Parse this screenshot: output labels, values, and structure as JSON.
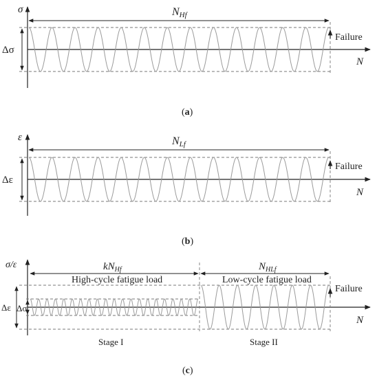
{
  "panels": [
    {
      "id": "a",
      "y_axis_label": "σ",
      "x_axis_label": "N",
      "span_label_main": "N",
      "span_label_sub": "Hf",
      "amplitude_label": "Δσ",
      "failure_label": "Failure",
      "caption_open": "(",
      "caption_letter": "a",
      "caption_close": ")",
      "cycles": 13
    },
    {
      "id": "b",
      "y_axis_label": "ε",
      "x_axis_label": "N",
      "span_label_main": "N",
      "span_label_sub": "Lf",
      "amplitude_label": "Δε",
      "failure_label": "Failure",
      "caption_open": "(",
      "caption_letter": "b",
      "caption_close": ")",
      "cycles": 13
    },
    {
      "id": "c",
      "y_axis_label": "σ/ε",
      "x_axis_label": "N",
      "stage1_span_main": "kN",
      "stage1_span_sub": "Hf",
      "stage1_load_label": "High-cycle fatigue load",
      "stage1_label": "Stage I",
      "stage1_amplitude_label": "Δσ",
      "stage1_cycles": 20,
      "stage2_span_main": "N",
      "stage2_span_sub": "HLf",
      "stage2_load_label": "Low-cycle fatigue load",
      "stage2_label": "Stage II",
      "stage2_amplitude_label": "Δε",
      "stage2_cycles": 7,
      "failure_label": "Failure",
      "caption_open": "(",
      "caption_letter": "c",
      "caption_close": ")"
    }
  ],
  "colors": {
    "axis": "#222222",
    "wave": "#9a9a9a",
    "dashed": "#777777",
    "text": "#222222"
  }
}
